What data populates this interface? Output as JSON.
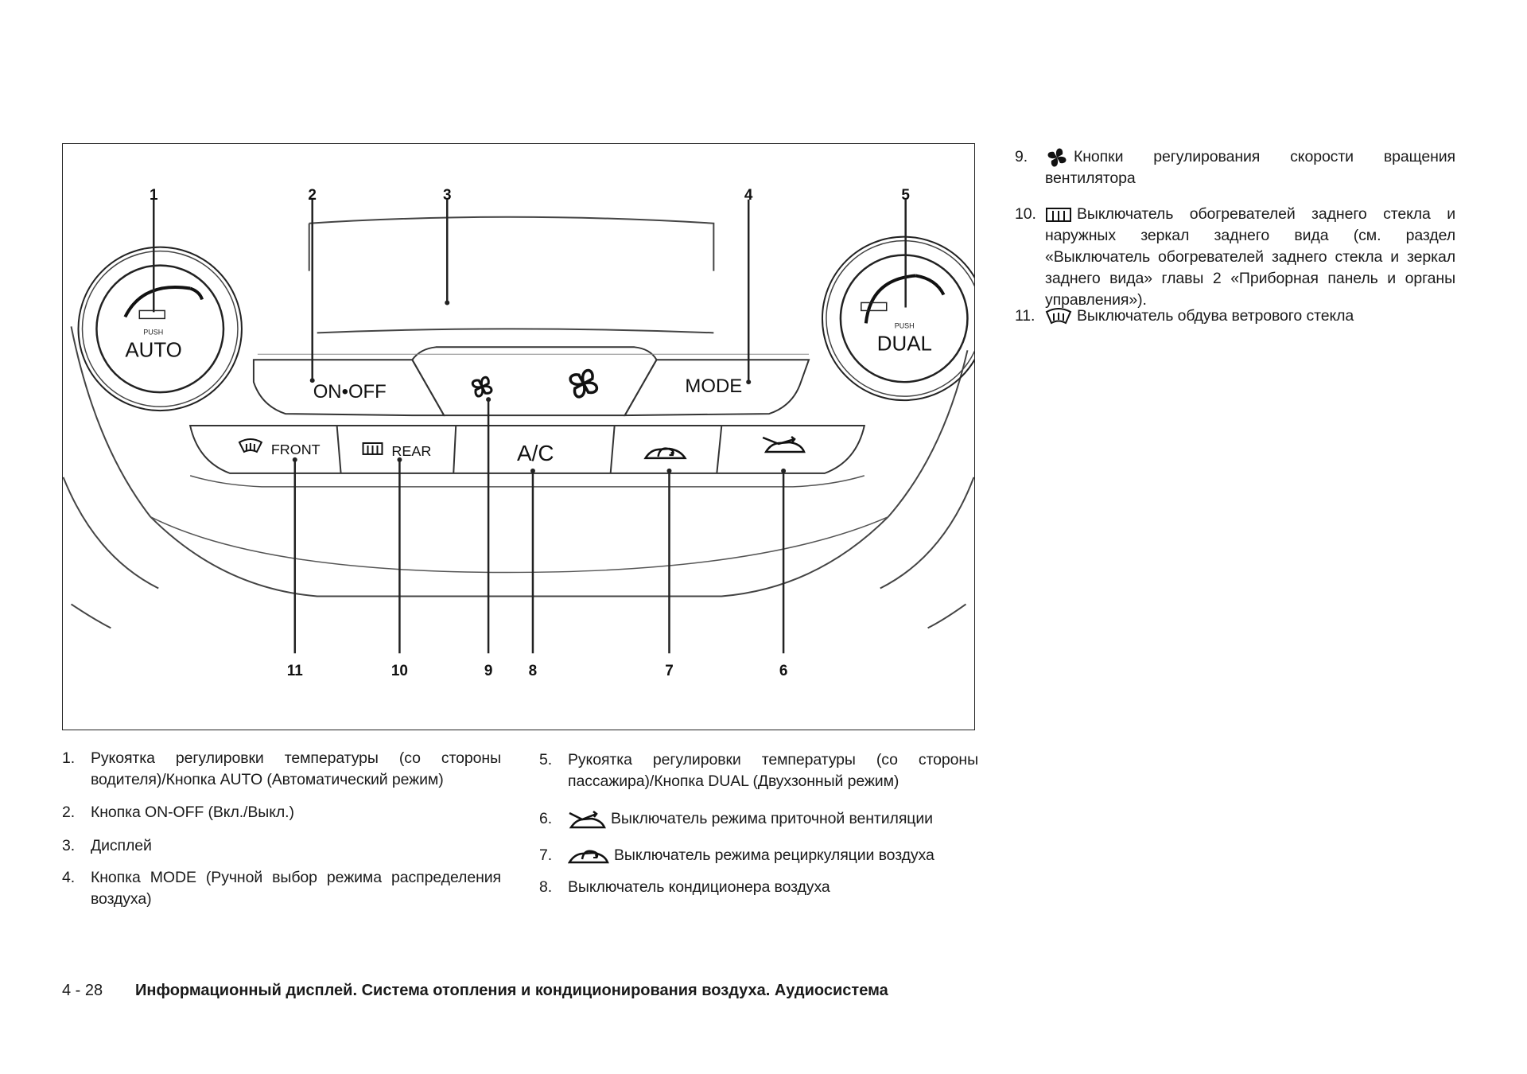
{
  "figure": {
    "callouts": [
      "1",
      "2",
      "3",
      "4",
      "5",
      "6",
      "7",
      "8",
      "9",
      "10",
      "11"
    ],
    "panel_labels": {
      "auto_push": "PUSH",
      "auto": "AUTO",
      "dual_push": "PUSH",
      "dual": "DUAL",
      "on_off": "ON•OFF",
      "mode": "MODE",
      "front": "FRONT",
      "rear": "REAR",
      "ac": "A/C"
    }
  },
  "right_list": [
    {
      "num": "9.",
      "icon": "fan-icon",
      "text": "Кнопки регулирования скорости вращения вентилятора"
    },
    {
      "num": "10.",
      "icon": "rear-defroster-icon",
      "text": "Выключатель обогревателей заднего стекла и наружных зеркал заднего вида (см. раздел «Выключатель обогревателей заднего стекла и зеркал заднего вида» главы 2 «Приборная панель и органы управления»)."
    },
    {
      "num": "11.",
      "icon": "front-defroster-icon",
      "text": "Выключатель обдува ветрового стекла"
    }
  ],
  "left_list": [
    {
      "num": "1.",
      "text": "Рукоятка регулировки температуры (со стороны водителя)/Кнопка AUTO (Автоматический режим)"
    },
    {
      "num": "2.",
      "text": "Кнопка ON-OFF (Вкл./Выкл.)"
    },
    {
      "num": "3.",
      "text": "Дисплей"
    },
    {
      "num": "4.",
      "text": "Кнопка MODE (Ручной выбор режима распределения воздуха)"
    }
  ],
  "middle_list": [
    {
      "num": "5.",
      "text": "Рукоятка регулировки температуры (со стороны пассажира)/Кнопка DUAL (Двухзонный режим)"
    },
    {
      "num": "6.",
      "icon": "fresh-air-icon",
      "text": "Выключатель режима приточной вентиляции"
    },
    {
      "num": "7.",
      "icon": "recirculation-icon",
      "text": "Выключатель режима рециркуляции воздуха"
    },
    {
      "num": "8.",
      "text": "Выключатель кондиционера воздуха"
    }
  ],
  "footer": {
    "page": "4 - 28",
    "title": "Информационный дисплей. Система отопления и кондиционирования воздуха. Аудиосистема"
  }
}
